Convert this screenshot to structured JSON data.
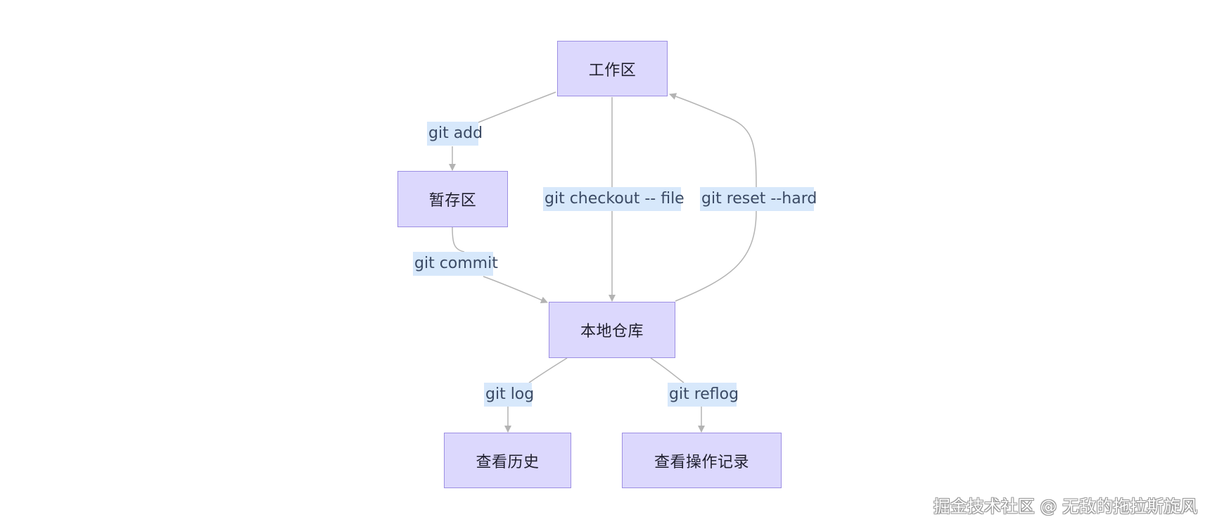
{
  "nodes": {
    "workspace": "工作区",
    "staging": "暂存区",
    "local_repo": "本地仓库",
    "view_history": "查看历史",
    "view_oplog": "查看操作记录"
  },
  "edges": {
    "git_add": "git add",
    "git_commit": "git commit",
    "git_checkout": "git checkout -- file",
    "git_reset": "git reset --hard",
    "git_log": "git log",
    "git_reflog": "git reflog"
  },
  "watermark": "掘金技术社区 @ 无敌的拖拉斯旋风",
  "colors": {
    "node_fill": "#dcd8fd",
    "node_border": "#9c8ee3",
    "edge_line": "#b3b3b3",
    "label_bg": "#d7e8fb",
    "label_text": "#3b4a64"
  }
}
